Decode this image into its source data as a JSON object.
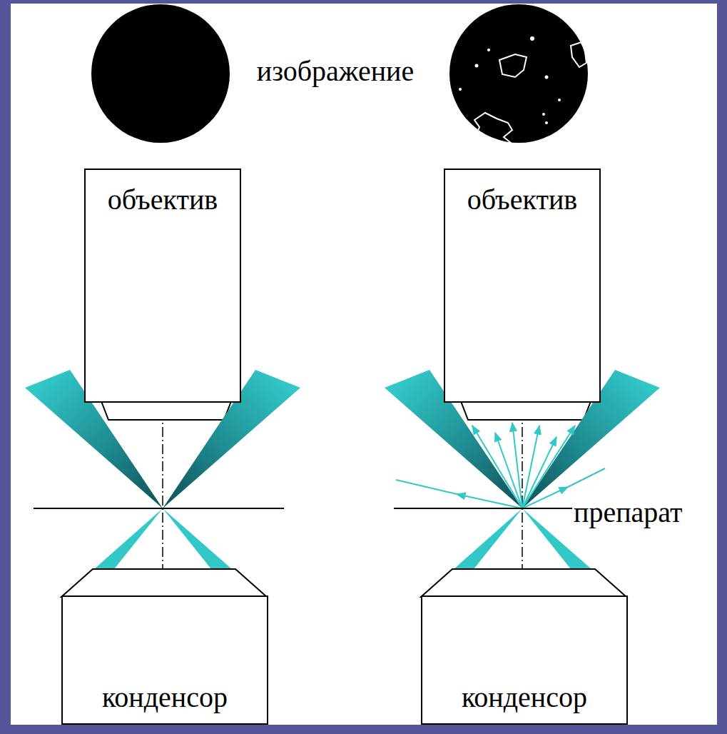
{
  "diagram": {
    "nodes": [
      {
        "text": [
          "объектив"
        ]
      },
      {
        "text": [
          "объектив"
        ]
      },
      {
        "text": [
          "конденсор"
        ]
      },
      {
        "text": [
          "конденсор"
        ]
      }
    ],
    "labels": [
      "изображение",
      "препарат"
    ]
  }
}
